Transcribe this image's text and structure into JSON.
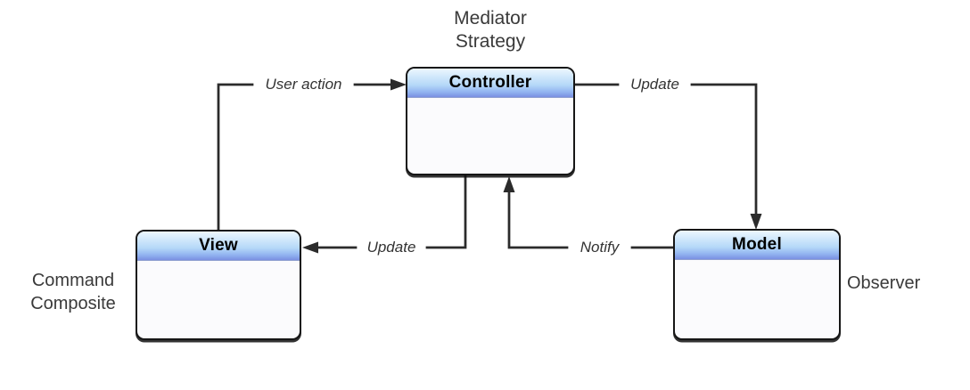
{
  "colors": {
    "header_top": "#EDF7FE",
    "header_mid": "#B5D8F8",
    "header_bottom": "#7A8FE2",
    "box_border": "#161616",
    "box_body": "#FBFBFD",
    "line": "#2B2B2B",
    "label_text": "#333333",
    "annotation_text": "#3A3A3A",
    "title_text": "#000000"
  },
  "boxes": {
    "controller": {
      "title": "Controller"
    },
    "view": {
      "title": "View"
    },
    "model": {
      "title": "Model"
    }
  },
  "annotations": {
    "controller": [
      "Mediator",
      "Strategy"
    ],
    "view": [
      "Command",
      "Composite"
    ],
    "model": [
      "Observer"
    ]
  },
  "edges": {
    "user_action": {
      "label": "User action",
      "from": "View",
      "to": "Controller"
    },
    "update_model": {
      "label": "Update",
      "from": "Controller",
      "to": "Model"
    },
    "update_view": {
      "label": "Update",
      "from": "Controller",
      "to": "View"
    },
    "notify": {
      "label": "Notify",
      "from": "Model",
      "to": "Controller"
    }
  }
}
